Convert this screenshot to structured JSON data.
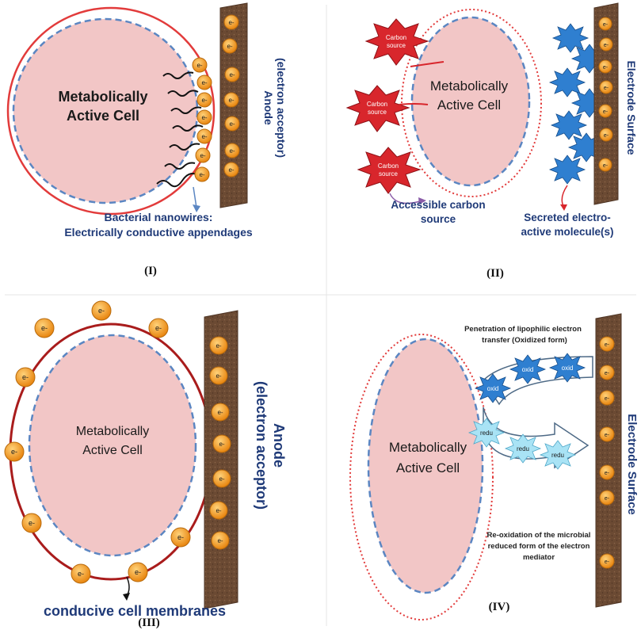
{
  "colors": {
    "cell_fill": "#f2c6c6",
    "cell_dash": "#5b86c2",
    "red_ring": "#e23b3b",
    "dark_red_ring": "#a91c1c",
    "electrode": "#6b4a33",
    "electron": "#f29a20",
    "carbon_star": "#d8262c",
    "blue_star": "#2f7fd0",
    "light_blue_star": "#a9e3f5",
    "label_navy": "#1f3a78"
  },
  "electron_label": "e-",
  "panels": {
    "p1": {
      "cell_label": [
        "Metabolically",
        "Active Cell"
      ],
      "electrode_label": [
        "Anode",
        "(electron acceptor)"
      ],
      "caption": [
        "Bacterial nanowires:",
        "Electrically conductive appendages"
      ],
      "numeral": "(I)"
    },
    "p2": {
      "cell_label": [
        "Metabolically",
        "Active Cell"
      ],
      "carbon_source": [
        "Carbon",
        "source"
      ],
      "electrode_label": "Electrode Surface",
      "caption_left": [
        "Accessible carbon",
        "source"
      ],
      "caption_right": [
        "Secreted electro-",
        "active molecule(s)"
      ],
      "numeral": "(II)"
    },
    "p3": {
      "cell_label": [
        "Metabolically",
        "Active Cell"
      ],
      "electrode_label": [
        "Anode",
        "(electron acceptor)"
      ],
      "caption": "conducive  cell membranes",
      "numeral": "(III)"
    },
    "p4": {
      "cell_label": [
        "Metabolically",
        "Active Cell"
      ],
      "top_note": [
        "Penetration of lipophilic electron",
        "transfer (Oxidized form)"
      ],
      "oxid": "oxid",
      "redu": "redu",
      "bottom_note": [
        "Re-oxidation of the microbial",
        "reduced form of the electron",
        "mediator"
      ],
      "electrode_label": "Electrode Surface",
      "numeral": "(IV)"
    }
  }
}
